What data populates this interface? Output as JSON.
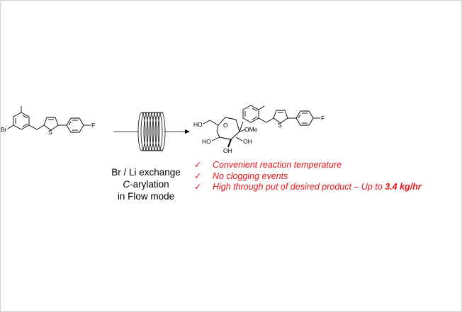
{
  "reactant": {
    "br_label": "Br",
    "s_label": "S",
    "f_label": "F"
  },
  "product": {
    "ho_label": "HO",
    "ome_label": "OMe",
    "o_ring_label": "O",
    "ho2_label": "HO",
    "oh1_label": "OH",
    "oh2_label": "OH",
    "s_label": "S",
    "f_label": "F"
  },
  "conditions": {
    "line1": "Br / Li exchange",
    "line2_italic": "C",
    "line2_rest": "-arylation",
    "line3": "in Flow mode"
  },
  "benefits": {
    "check_glyph": "✓",
    "items": [
      "Convenient reaction temperature",
      "No clogging events",
      "High through put of desired product"
    ],
    "highlight_prefix": " – Up to ",
    "highlight_value": "3.4 kg/hr"
  },
  "colors": {
    "benefit_text": "#e8141b",
    "structure": "#000000",
    "border": "#d4d4d4"
  }
}
